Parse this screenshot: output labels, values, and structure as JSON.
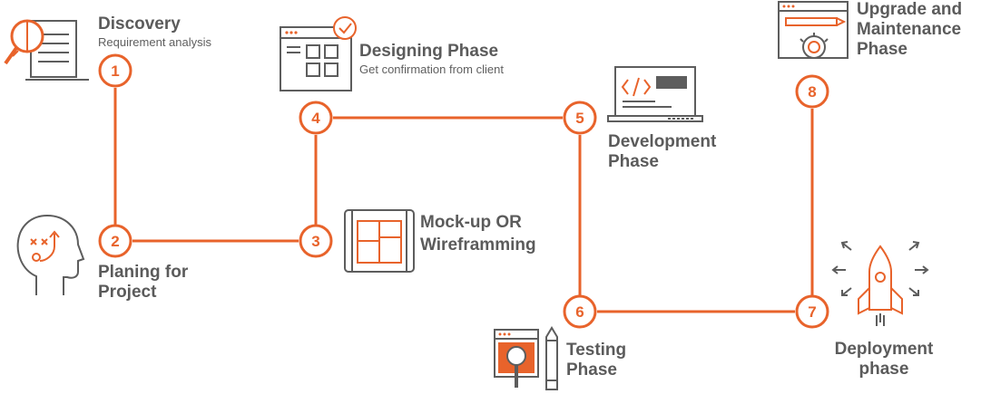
{
  "colors": {
    "accent": "#e8632b",
    "icon": "#5d5d5d",
    "text": "#5b5b5b"
  },
  "steps": [
    {
      "number": "1",
      "title": "Discovery",
      "subtitle": "Requirement analysis",
      "icon": "document-magnifier-icon"
    },
    {
      "number": "2",
      "title": "Planing for Project",
      "icon": "head-strategy-icon"
    },
    {
      "number": "3",
      "title": "Mock-up OR Wireframming",
      "icon": "wireframe-blueprint-icon"
    },
    {
      "number": "4",
      "title": "Designing Phase",
      "subtitle": "Get confirmation from client",
      "icon": "browser-layout-check-icon"
    },
    {
      "number": "5",
      "title": "Development Phase",
      "icon": "laptop-code-icon"
    },
    {
      "number": "6",
      "title": "Testing Phase",
      "icon": "browser-magnifier-pencil-icon"
    },
    {
      "number": "7",
      "title": "Deployment phase",
      "icon": "rocket-launch-icon"
    },
    {
      "number": "8",
      "title": "Upgrade and Maintenance Phase",
      "icon": "browser-tools-gear-icon"
    }
  ]
}
